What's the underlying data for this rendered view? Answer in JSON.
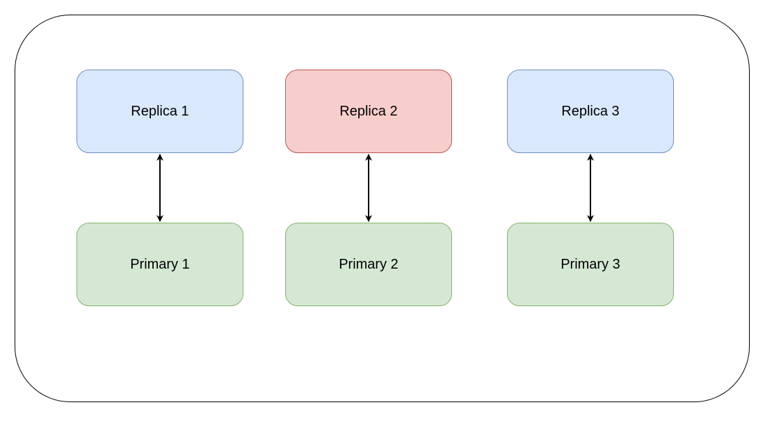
{
  "nodes": {
    "replica_1": "Replica 1",
    "replica_2": "Replica 2",
    "replica_3": "Replica 3",
    "primary_1": "Primary 1",
    "primary_2": "Primary 2",
    "primary_3": "Primary 3"
  },
  "colors": {
    "replica_fill": "#dae8fc",
    "replica_stroke": "#6c8ebf",
    "highlight_fill": "#f8cecc",
    "highlight_stroke": "#b85450",
    "primary_fill": "#d5e8d4",
    "primary_stroke": "#82b366",
    "connector": "#000000"
  },
  "connections": [
    {
      "from": "Replica 1",
      "to": "Primary 1",
      "direction": "bidirectional"
    },
    {
      "from": "Replica 2",
      "to": "Primary 2",
      "direction": "bidirectional"
    },
    {
      "from": "Replica 3",
      "to": "Primary 3",
      "direction": "bidirectional"
    }
  ]
}
